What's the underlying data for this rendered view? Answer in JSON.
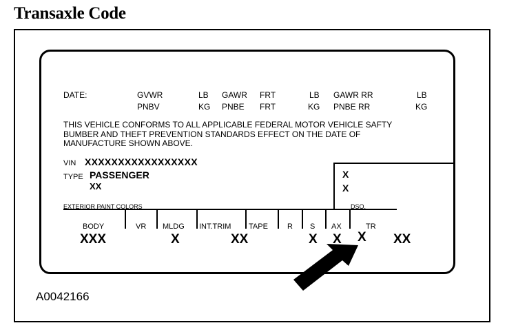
{
  "title": "Transaxle Code",
  "header_row1": {
    "date": "DATE:",
    "gvwr": "GVWR",
    "lb1": "LB",
    "gawr": "GAWR",
    "frt": "FRT",
    "lb2": "LB",
    "gawr_rr": "GAWR RR",
    "lb3": "LB"
  },
  "header_row2": {
    "pnbv": "PNBV",
    "kg1": "KG",
    "pnbe": "PNBE",
    "frt": "FRT",
    "kg2": "KG",
    "pnbe_rr": "PNBE RR",
    "kg3": "KG"
  },
  "conformity": [
    "THIS VEHICLE CONFORMS TO ALL APPLICABLE FEDERAL MOTOR VEHICLE SAFTY",
    "BUMBER AND THEFT PREVENTION STANDARDS EFFECT ON THE DATE OF",
    "MANUFACTURE SHOWN ABOVE."
  ],
  "vin_label": "VIN",
  "vin_value": "XXXXXXXXXXXXXXXXX",
  "type_label": "TYPE",
  "type_value": "PASSENGER",
  "type_code": "XX",
  "box_x1": "X",
  "box_x2": "X",
  "paint_label": "EXTERIOR PAINT COLORS",
  "dso_label": "DSO.",
  "columns": {
    "body": "BODY",
    "vr": "VR",
    "mldg": "MLDG",
    "int_trim": "INT.TRIM",
    "tape": "TAPE",
    "r": "R",
    "s": "S",
    "ax": "AX",
    "tr": "TR"
  },
  "values": {
    "body": "XXX",
    "mldg": "X",
    "int_trim": "XX",
    "s": "X",
    "ax": "X",
    "tr": "X",
    "dso": "XX"
  },
  "figure_id": "A0042166"
}
